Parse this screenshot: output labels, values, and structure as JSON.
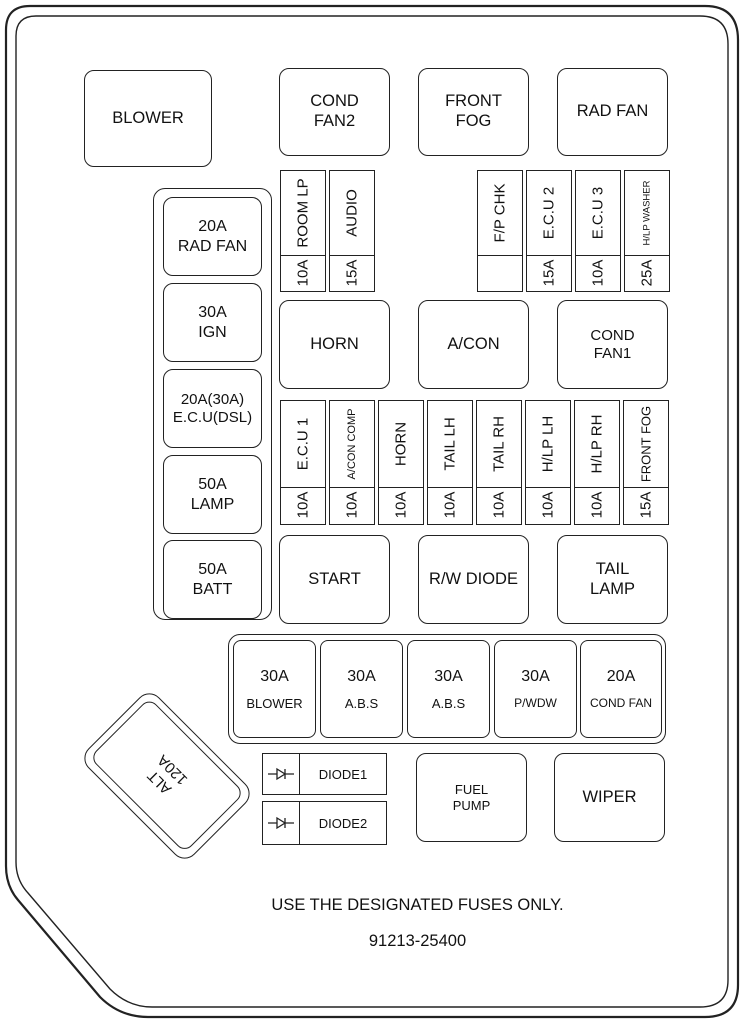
{
  "relays": {
    "blower": "BLOWER",
    "cond_fan2": [
      "COND",
      "FAN2"
    ],
    "front_fog": [
      "FRONT",
      "FOG"
    ],
    "rad_fan": "RAD FAN",
    "horn": "HORN",
    "a_con": "A/CON",
    "cond_fan1": [
      "COND",
      "FAN1"
    ],
    "start": "START",
    "rw_diode": "R/W DIODE",
    "tail_lamp": [
      "TAIL",
      "LAMP"
    ],
    "fuel_pump": [
      "FUEL",
      "PUMP"
    ],
    "wiper": "WIPER"
  },
  "left_fuses": [
    [
      "20A",
      "RAD FAN"
    ],
    [
      "30A",
      "IGN"
    ],
    [
      "20A(30A)",
      "E.C.U(DSL)"
    ],
    [
      "50A",
      "LAMP"
    ],
    [
      "50A",
      "BATT"
    ]
  ],
  "mini_top_left": [
    {
      "label": "ROOM LP",
      "amp": "10A"
    },
    {
      "label": "AUDIO",
      "amp": "15A"
    }
  ],
  "mini_top_right": [
    {
      "label": "F/P CHK",
      "amp": ""
    },
    {
      "label": "E.C.U 2",
      "amp": "15A"
    },
    {
      "label": "E.C.U 3",
      "amp": "10A"
    },
    {
      "label": "H/LP WASHER",
      "amp": "25A"
    }
  ],
  "mini_mid": [
    {
      "label": "E.C.U 1",
      "amp": "10A"
    },
    {
      "label": "A/CON COMP",
      "amp": "10A"
    },
    {
      "label": "HORN",
      "amp": "10A"
    },
    {
      "label": "TAIL LH",
      "amp": "10A"
    },
    {
      "label": "TAIL RH",
      "amp": "10A"
    },
    {
      "label": "H/LP LH",
      "amp": "10A"
    },
    {
      "label": "H/LP RH",
      "amp": "10A"
    },
    {
      "label": "FRONT FOG",
      "amp": "15A"
    }
  ],
  "bottom_fuses": [
    {
      "amp": "30A",
      "label": "BLOWER"
    },
    {
      "amp": "30A",
      "label": "A.B.S"
    },
    {
      "amp": "30A",
      "label": "A.B.S"
    },
    {
      "amp": "30A",
      "label": "P/WDW"
    },
    {
      "amp": "20A",
      "label": "COND FAN"
    }
  ],
  "alt_fuse": [
    "120A",
    "ALT"
  ],
  "diodes": [
    "DIODE1",
    "DIODE2"
  ],
  "footer": {
    "note": "USE THE DESIGNATED FUSES ONLY.",
    "part_number": "91213-25400"
  }
}
